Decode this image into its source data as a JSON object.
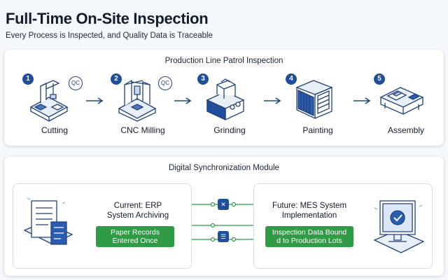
{
  "header": {
    "title": "Full-Time On-Site Inspection",
    "subtitle": "Every Process is Inspected, and Quality Data is Traceable"
  },
  "patrol": {
    "heading": "Production Line Patrol Inspection",
    "qc_label": "QC",
    "steps": [
      {
        "num": "1",
        "label": "Cutting",
        "icon": "cutting-machine-icon"
      },
      {
        "num": "2",
        "label": "CNC Milling",
        "icon": "cnc-milling-icon"
      },
      {
        "num": "3",
        "label": "Grinding",
        "icon": "grinding-machine-icon"
      },
      {
        "num": "4",
        "label": "Painting",
        "icon": "painting-booth-icon"
      },
      {
        "num": "5",
        "label": "Assembly",
        "icon": "assembly-station-icon"
      }
    ]
  },
  "sync": {
    "heading": "Digital Synchronization Module",
    "current": {
      "title_line1": "Current: ERP",
      "title_line2": "System Archiving",
      "badge_line1": "Paper Records",
      "badge_line2": "Entered Once",
      "icon": "document-stack-icon"
    },
    "future": {
      "title_line1": "Future: MES System",
      "title_line2": "Implementation",
      "badge_line1": "Inspection Data Bound",
      "badge_line2": "d to Production Lots",
      "icon": "monitor-check-icon"
    },
    "connector_icons": [
      "sync-tools-icon",
      "list-icon"
    ]
  },
  "colors": {
    "navy": "#1f4e9c",
    "green": "#2f9b45",
    "outline": "#23427a"
  }
}
